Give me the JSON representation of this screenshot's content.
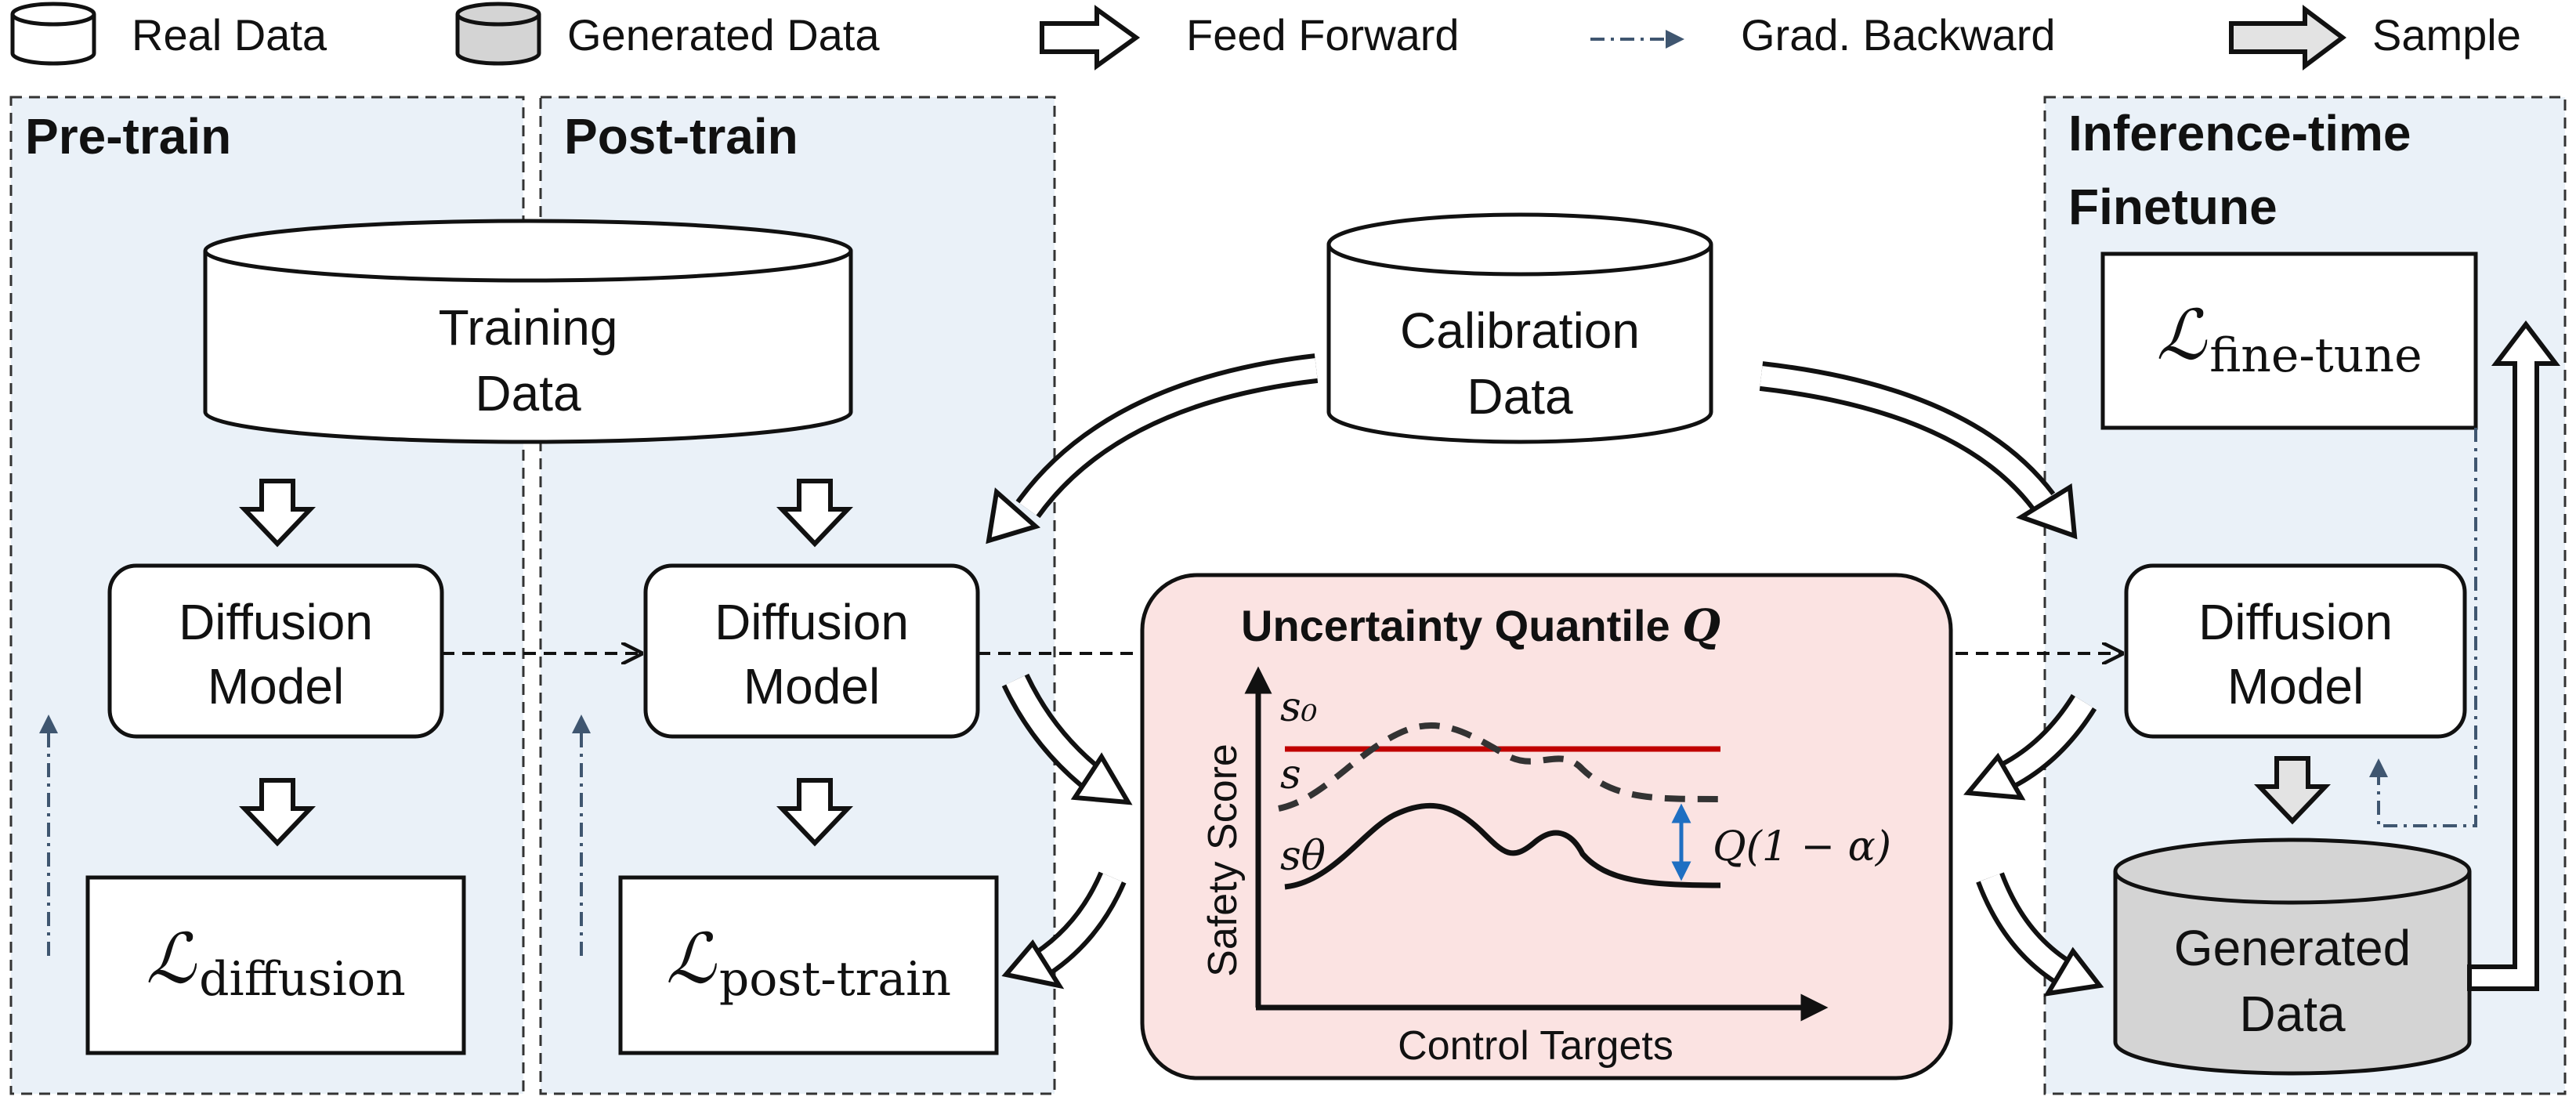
{
  "legend": {
    "real_data": "Real Data",
    "generated_data": "Generated Data",
    "feed_forward": "Feed Forward",
    "grad_backward": "Grad. Backward",
    "sample": "Sample"
  },
  "panels": {
    "pretrain_title": "Pre-train",
    "posttrain_title": "Post-train",
    "inference_title_line1": "Inference-time",
    "inference_title_line2": "Finetune"
  },
  "training_data": {
    "line1": "Training",
    "line2": "Data"
  },
  "calibration_data": {
    "line1": "Calibration",
    "line2": "Data"
  },
  "diffusion_model": {
    "line1": "Diffusion",
    "line2": "Model"
  },
  "losses": {
    "symbol": "ℒ",
    "diffusion_sub": "diffusion",
    "posttrain_sub": "post-train",
    "finetune_sub": "fine-tune"
  },
  "generated_data": {
    "line1": "Generated",
    "line2": "Data"
  },
  "quantile_panel": {
    "title": "Uncertainty Quantile ",
    "title_symbol": "Q",
    "ylabel": "Safety Score",
    "xlabel": "Control Targets",
    "s0_label": "s₀",
    "s_label": "s",
    "s_theta_label": "sθ",
    "q_label": "Q(1 − α)"
  },
  "colors": {
    "panel_bg": "#eaf1f8",
    "quantile_bg": "#fbe3e2",
    "generated_fill": "#d4d4d4",
    "threshold_line": "#c00000",
    "quantile_arrow": "#1f6fc2",
    "grad_arrow": "#3f5670"
  }
}
